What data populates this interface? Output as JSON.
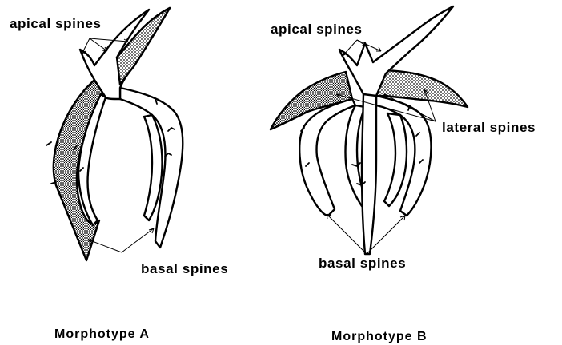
{
  "diagram": {
    "morphotype_a": {
      "caption": "Morphotype A",
      "apical_label": "apical spines",
      "basal_label": "basal spines"
    },
    "morphotype_b": {
      "caption": "Morphotype B",
      "apical_label": "apical spines",
      "lateral_label": "lateral spines",
      "basal_label": "basal spines"
    },
    "colors": {
      "ink": "#000000",
      "paper": "#ffffff"
    }
  }
}
